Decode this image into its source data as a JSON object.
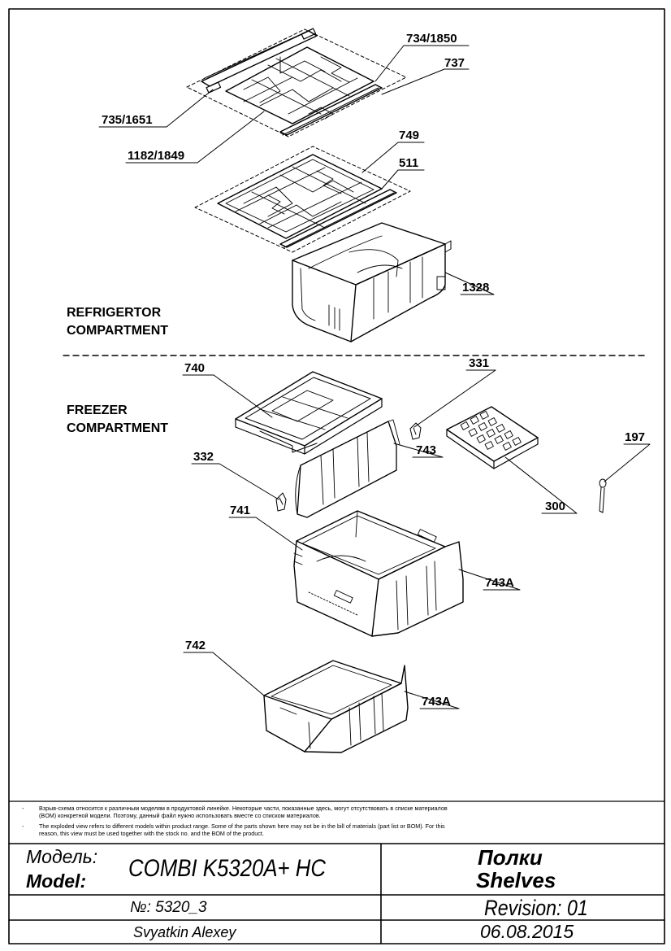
{
  "compartments": {
    "refrigerator_line1": "REFRIGERTOR",
    "refrigerator_line2": "COMPARTMENT",
    "freezer_line1": "FREEZER",
    "freezer_line2": "COMPARTMENT"
  },
  "callouts": {
    "p734_1850": "734/1850",
    "p737": "737",
    "p735_1651": "735/1651",
    "p1182_1849": "1182/1849",
    "p749": "749",
    "p511": "511",
    "p1328": "1328",
    "p740": "740",
    "p331": "331",
    "p743": "743",
    "p332": "332",
    "p197": "197",
    "p300": "300",
    "p741": "741",
    "p743A_1": "743A",
    "p742": "742",
    "p743A_2": "743A"
  },
  "notes": {
    "dash": "-",
    "ru_line1": "Взрыв-схема относится к различным моделям в продуктовой линейке.  Некоторые части, показанные здесь, могут отсутствовать в списке материалов",
    "ru_line2": "(BOM) конкретной модели. Поэтому, данный файл нужно использовать вместе со списком материалов.",
    "en_line1": "The exploded view refers to different models within product range. Some of the parts shown here may not be in the bill of materials (part list or BOM). For this",
    "en_line2": "reason, this view must be used together with the stock no. and the BOM of the product."
  },
  "title_block": {
    "model_label_ru": "Модель:",
    "model_label_en": "Model:",
    "model_name": "COMBI K5320A+ HC",
    "title_ru": "Полки",
    "title_en": "Shelves",
    "doc_number": "№: 5320_3",
    "revision": "Revision: 01",
    "author": "Svyatkin Alexey",
    "date": "06.08.2015"
  }
}
